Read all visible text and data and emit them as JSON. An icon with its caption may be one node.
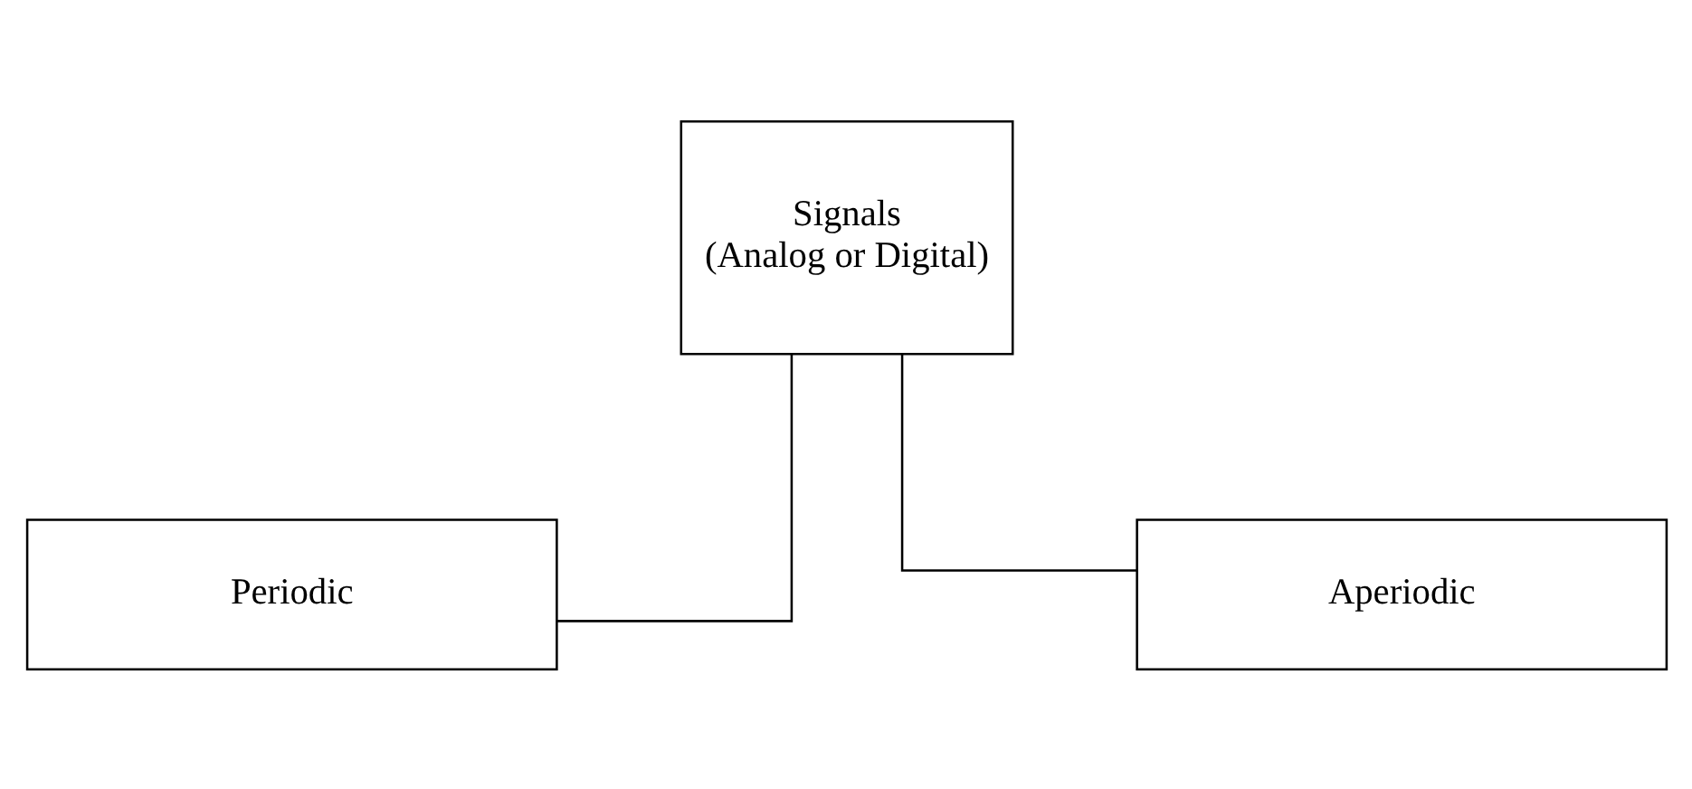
{
  "diagram": {
    "nodes": [
      {
        "text": [
          "Signals (Analog or Digital)"
        ]
      },
      {
        "text": [
          "Periodic"
        ]
      },
      {
        "text": [
          "Aperiodic"
        ]
      }
    ],
    "edges": [
      {
        "from": 0,
        "to": 1,
        "arrow": "none"
      },
      {
        "from": 0,
        "to": 2,
        "arrow": "none"
      }
    ]
  }
}
